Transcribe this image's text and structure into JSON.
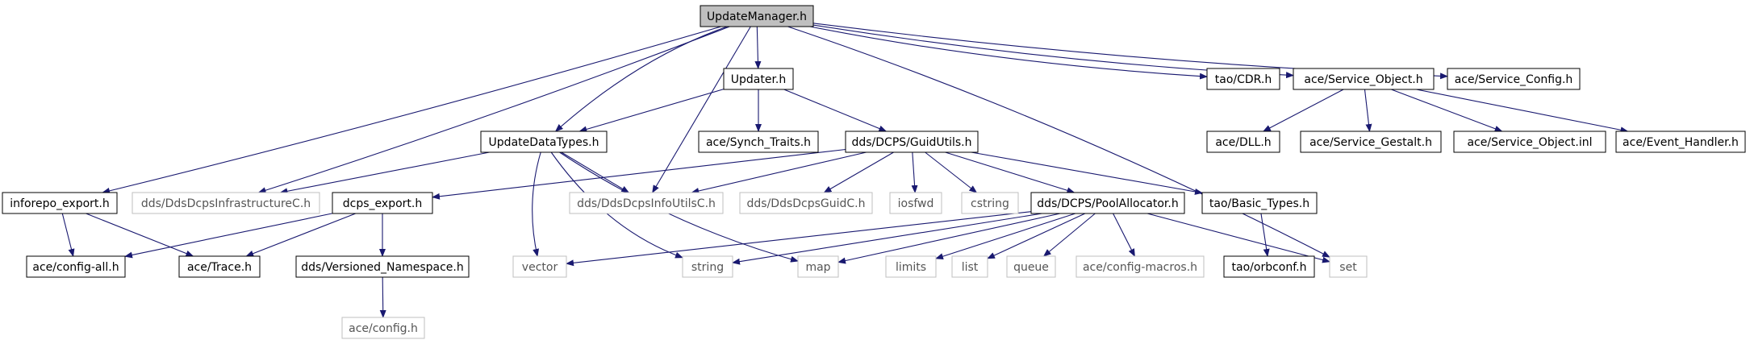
{
  "diagram": {
    "root": "UpdateManager.h",
    "colors": {
      "edge": "#191970",
      "node_border": "#000000",
      "root_fill": "#bfbfbf",
      "ghost_border": "#bfbfbf",
      "ghost_text": "#555555"
    },
    "nodes": {
      "update_manager": "UpdateManager.h",
      "updater": "Updater.h",
      "tao_cdr": "tao/CDR.h",
      "ace_service_object": "ace/Service_Object.h",
      "ace_service_config": "ace/Service_Config.h",
      "update_data_types": "UpdateDataTypes.h",
      "ace_synch_traits": "ace/Synch_Traits.h",
      "dds_guid_utils": "dds/DCPS/GuidUtils.h",
      "ace_dll": "ace/DLL.h",
      "ace_service_gestalt": "ace/Service_Gestalt.h",
      "ace_service_object_inl": "ace/Service_Object.inl",
      "ace_event_handler": "ace/Event_Handler.h",
      "inforepo_export": "inforepo_export.h",
      "dds_infrastructure_c": "dds/DdsDcpsInfrastructureC.h",
      "dcps_export": "dcps_export.h",
      "dds_info_utils_c": "dds/DdsDcpsInfoUtilsC.h",
      "dds_guid_c": "dds/DdsDcpsGuidC.h",
      "iosfwd": "iosfwd",
      "cstring": "cstring",
      "dds_pool_allocator": "dds/DCPS/PoolAllocator.h",
      "tao_basic_types": "tao/Basic_Types.h",
      "ace_config_all": "ace/config-all.h",
      "ace_trace": "ace/Trace.h",
      "dds_versioned_namespace": "dds/Versioned_Namespace.h",
      "vector": "vector",
      "string": "string",
      "map": "map",
      "limits": "limits",
      "list": "list",
      "queue": "queue",
      "ace_config_macros": "ace/config-macros.h",
      "set": "set",
      "tao_orbconf": "tao/orbconf.h",
      "ace_config": "ace/config.h"
    }
  }
}
